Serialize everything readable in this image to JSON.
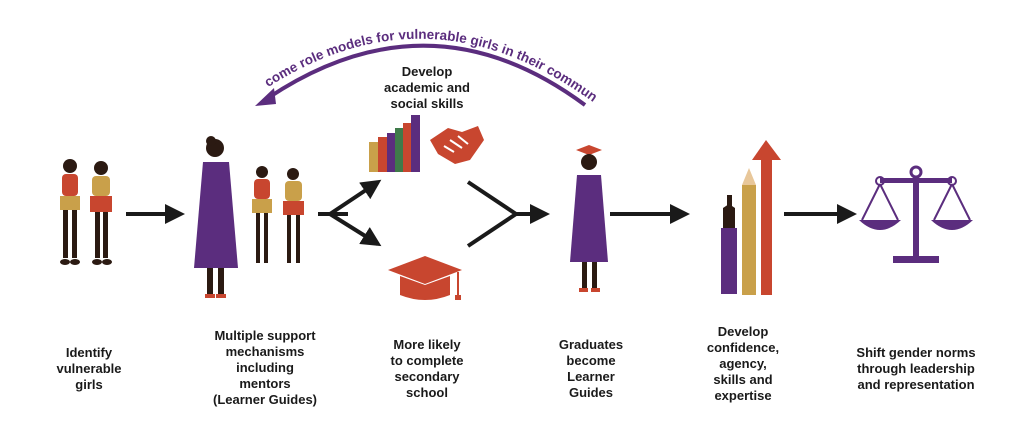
{
  "colors": {
    "purple": "#5b2d7e",
    "purple_light": "#7b4b9e",
    "orange_red": "#c8462f",
    "ochre": "#c9a04a",
    "skin": "#2b1a12",
    "arrow": "#1a1a1a"
  },
  "arc_label": "Become role models for vulnerable girls in their community",
  "top_label": "Develop\nacademic and\nsocial skills",
  "steps": [
    {
      "caption": "Identify\nvulnerable\ngirls",
      "icon": "two-girls-icon"
    },
    {
      "caption": "Multiple support\nmechanisms\nincluding\nmentors\n(Learner Guides)",
      "icon": "mentor-with-girls-icon"
    },
    {
      "caption": "More likely\nto complete\nsecondary\nschool",
      "icon": "graduation-cap-icon"
    },
    {
      "caption": "Graduates\nbecome\nLearner\nGuides",
      "icon": "graduate-woman-icon"
    },
    {
      "caption": "Develop\nconfidence,\nagency,\nskills and\nexpertise",
      "icon": "hand-pencil-arrow-icon"
    },
    {
      "caption": "Shift gender norms\nthrough leadership\nand representation",
      "icon": "balance-scale-icon"
    }
  ]
}
